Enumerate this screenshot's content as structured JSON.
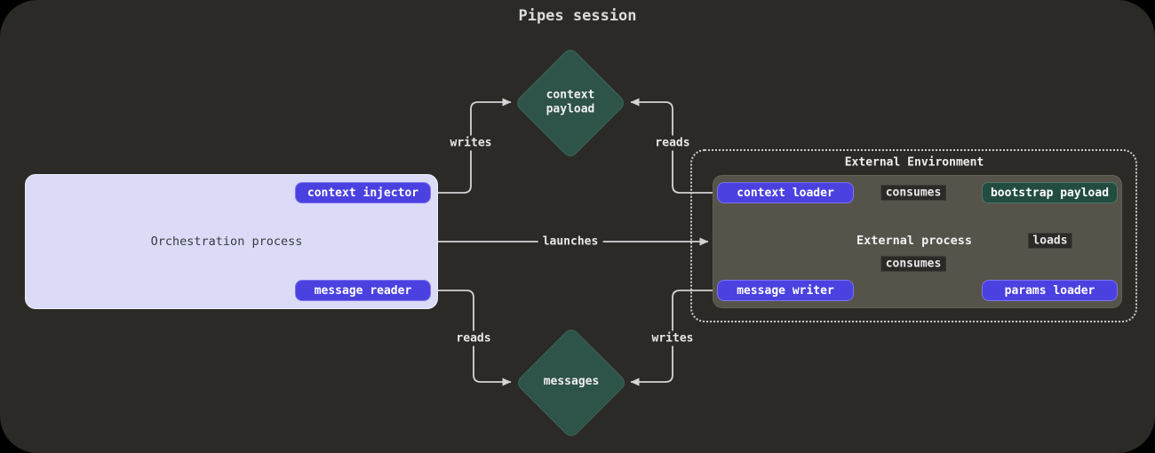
{
  "title": "Pipes session",
  "colors": {
    "background": "#2b2a27",
    "accent_button": "#4b41e0",
    "diamond_teal": "#2e5348",
    "bootstrap_teal": "#224c40",
    "process_box_gray": "#56534b",
    "orchestration_lavender": "#dbdbf8",
    "edge_line": "#d4d4d4"
  },
  "nodes": {
    "orchestration_process": {
      "label": "Orchestration process"
    },
    "context_injector": {
      "label": "context injector"
    },
    "message_reader": {
      "label": "message reader"
    },
    "context_payload": {
      "lines": [
        "context",
        "payload"
      ]
    },
    "messages": {
      "label": "messages"
    },
    "external_environment": {
      "label": "External Environment"
    },
    "external_process": {
      "label": "External process"
    },
    "context_loader": {
      "label": "context loader"
    },
    "message_writer": {
      "label": "message writer"
    },
    "bootstrap_payload": {
      "label": "bootstrap payload"
    },
    "params_loader": {
      "label": "params loader"
    }
  },
  "edges": {
    "writes_top": {
      "label": "writes"
    },
    "reads_top": {
      "label": "reads"
    },
    "launches": {
      "label": "launches"
    },
    "consumes_top": {
      "label": "consumes"
    },
    "consumes_bottom": {
      "label": "consumes"
    },
    "loads": {
      "label": "loads"
    },
    "reads_bottom": {
      "label": "reads"
    },
    "writes_bottom": {
      "label": "writes"
    }
  }
}
